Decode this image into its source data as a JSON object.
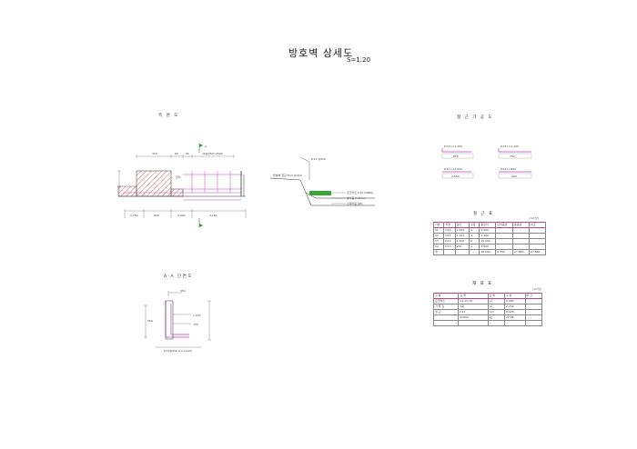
{
  "sheet": {
    "title": "방호벽 상세도",
    "scale": "S=1:20"
  },
  "views": {
    "section": "측 면 도",
    "rebar_detail": "A-A 단면도",
    "rebar_processing": "철 근 가 공 도",
    "rebar_table": "철 근 표",
    "material_table": "재 료 표"
  },
  "section_dims": {
    "top": [
      "350",
      "60",
      "95",
      "10@250=2500"
    ],
    "bottom": [
      "1,750",
      "800",
      "3,000",
      "4,160"
    ],
    "marker": "A",
    "side_note": "헌치"
  },
  "callout": {
    "lines": [
      "방호벽 철근 D13 @250",
      "D13 @250"
    ],
    "right": [
      "콘크리트 fck=24MPa",
      "방수층 t=5mm",
      "신축이음 설치"
    ]
  },
  "rebar_processing": {
    "shapes": [
      {
        "id": "S1",
        "label": "D13  L=1,250",
        "len": "850"
      },
      {
        "id": "S2",
        "label": "D13  L=1,100",
        "len": "750"
      },
      {
        "id": "S3",
        "label": "D13  L=2,500",
        "len": "2,500"
      },
      {
        "id": "S4",
        "label": "D13  L=900",
        "len": "900"
      }
    ]
  },
  "rebar_table": {
    "unit": "(1m당)",
    "headers": [
      "기호",
      "직경",
      "길이",
      "수량",
      "총길이",
      "단위중량",
      "총중량",
      "비고"
    ],
    "rows": [
      [
        "S1",
        "D13",
        "1,250",
        "4",
        "5,000",
        "",
        "",
        ""
      ],
      [
        "S2",
        "D13",
        "1,100",
        "4",
        "4,400",
        "",
        "",
        ""
      ],
      [
        "S3",
        "D13",
        "2,500",
        "6",
        "15,000",
        "",
        "",
        ""
      ],
      [
        "S4",
        "D13",
        "900",
        "4",
        "3,600",
        "",
        "",
        ""
      ],
      [
        "계",
        "",
        "",
        "",
        "28,000",
        "0.995",
        "27.860",
        "27.860"
      ]
    ]
  },
  "material_table": {
    "unit": "(1m당)",
    "headers": [
      "구 분",
      "규 격",
      "단 위",
      "수 량",
      "비 고"
    ],
    "rows": [
      [
        "콘크리트",
        "24-25-15",
        "㎥",
        "0.384",
        ""
      ],
      [
        "거 푸 집",
        "3회",
        "㎡",
        "2.700",
        ""
      ],
      [
        "철 근",
        "D13",
        "ton",
        "0.028",
        ""
      ],
      [
        "",
        "SD400",
        "㎏",
        "27.86",
        ""
      ],
      [
        "",
        "",
        "",
        "",
        ""
      ]
    ]
  },
  "section_aa": {
    "dims": [
      "250",
      "350",
      "1,150",
      "750"
    ],
    "caption": "D13@250 (L=1,100)"
  }
}
